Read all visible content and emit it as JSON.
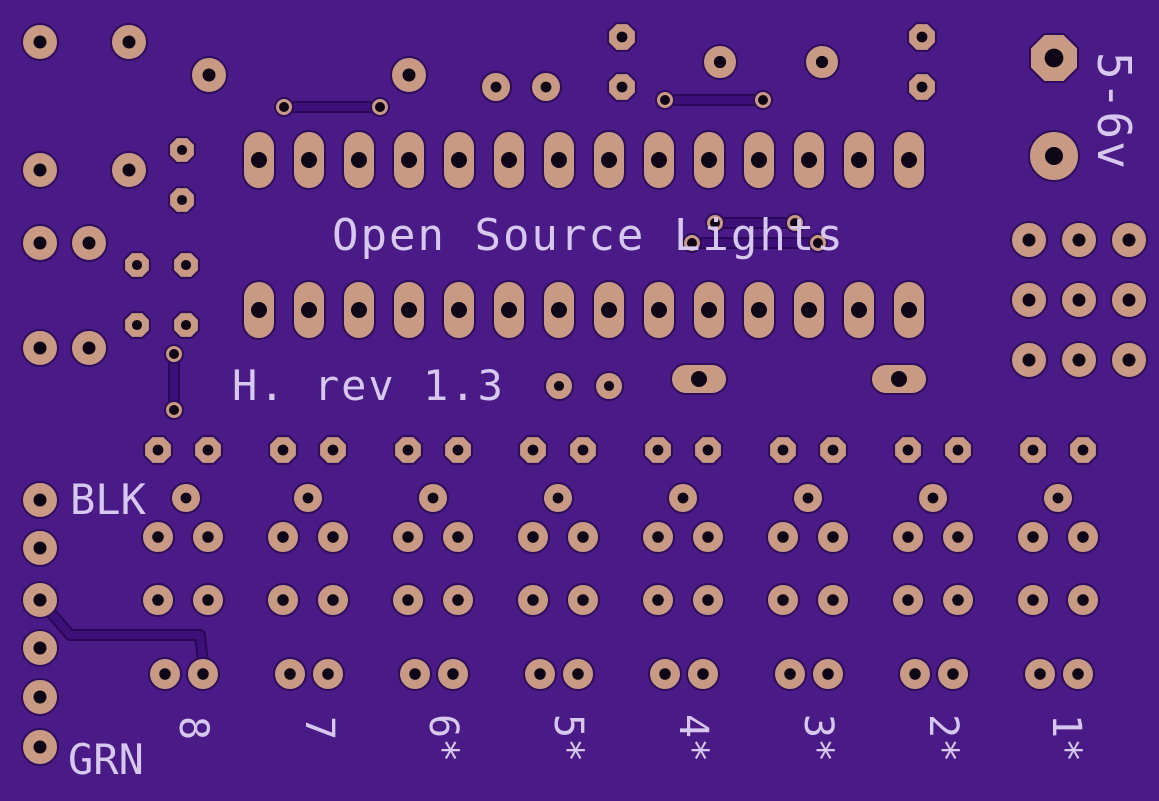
{
  "colors": {
    "board": "#4a1a86",
    "board_edge": "#3a1070",
    "trace": "#3d0f78",
    "trace_edge": "#2a0858",
    "pad": "#c89a84",
    "pad_edge": "#2e0d5c",
    "hole": "#0f0618",
    "silkscreen": "#d6c8ee"
  },
  "labels": {
    "title": "Open Source Lights",
    "revision": "H. rev 1.3",
    "voltage": "5-6v",
    "blk": "BLK",
    "grn": "GRN",
    "channel_1": "1*",
    "channel_2": "2*",
    "channel_3": "3*",
    "channel_4": "4*",
    "channel_5": "5*",
    "channel_6": "6*",
    "channel_7": "7",
    "channel_8": "8"
  }
}
